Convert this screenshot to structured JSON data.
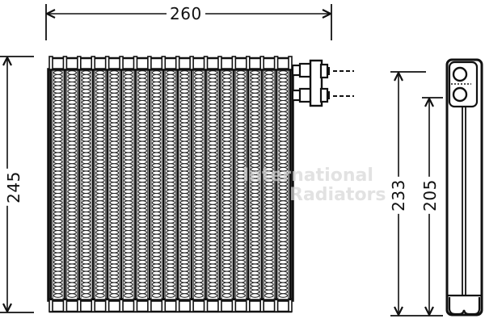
{
  "drawing": {
    "subject": "Evaporator core technical drawing",
    "front_view": {
      "fin_columns": 17,
      "width_dimension": "260",
      "height_dimension": "245"
    },
    "side_view": {
      "height_dimension_outer": "233",
      "height_dimension_inner": "205"
    },
    "watermark": {
      "line1": "International",
      "line2": "Radiators"
    },
    "colors": {
      "ink": "#111111",
      "background": "#ffffff",
      "watermark": "#d6d6d6"
    }
  }
}
